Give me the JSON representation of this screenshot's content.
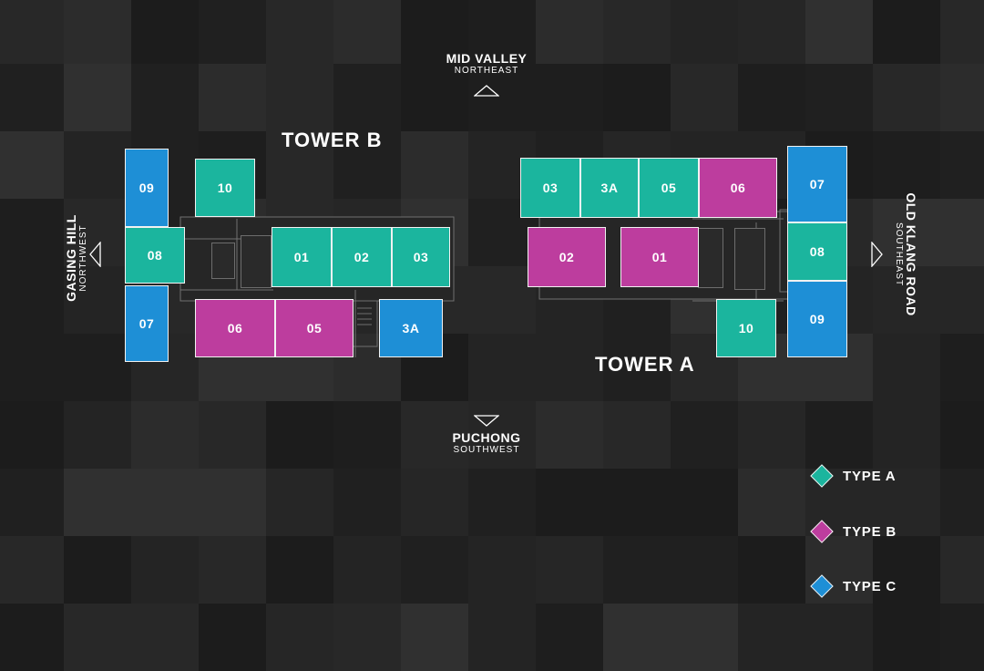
{
  "colors": {
    "type_a": "#1bb59e",
    "type_b": "#bd3d9e",
    "type_c": "#1e8fd6",
    "background": "#242424"
  },
  "towers": {
    "tower_b": {
      "title": "TOWER B",
      "units": {
        "u09": "09",
        "u10": "10",
        "u08": "08",
        "u07": "07",
        "u01": "01",
        "u02": "02",
        "u03": "03",
        "u06": "06",
        "u05": "05",
        "u3a": "3A"
      }
    },
    "tower_a": {
      "title": "TOWER A",
      "units": {
        "u03": "03",
        "u3a": "3A",
        "u05": "05",
        "u06": "06",
        "u07": "07",
        "u02": "02",
        "u01": "01",
        "u08": "08",
        "u10": "10",
        "u09": "09"
      }
    }
  },
  "directions": {
    "north": {
      "main": "MID VALLEY",
      "sub": "NORTHEAST"
    },
    "south": {
      "main": "PUCHONG",
      "sub": "SOUTHWEST"
    },
    "west": {
      "main": "GASING HILL",
      "sub": "NORTHWEST"
    },
    "east": {
      "main": "OLD KLANG ROAD",
      "sub": "SOUTHEAST"
    }
  },
  "legend": [
    {
      "label": "TYPE A",
      "color": "#1bb59e"
    },
    {
      "label": "TYPE B",
      "color": "#bd3d9e"
    },
    {
      "label": "TYPE C",
      "color": "#1e8fd6"
    }
  ]
}
